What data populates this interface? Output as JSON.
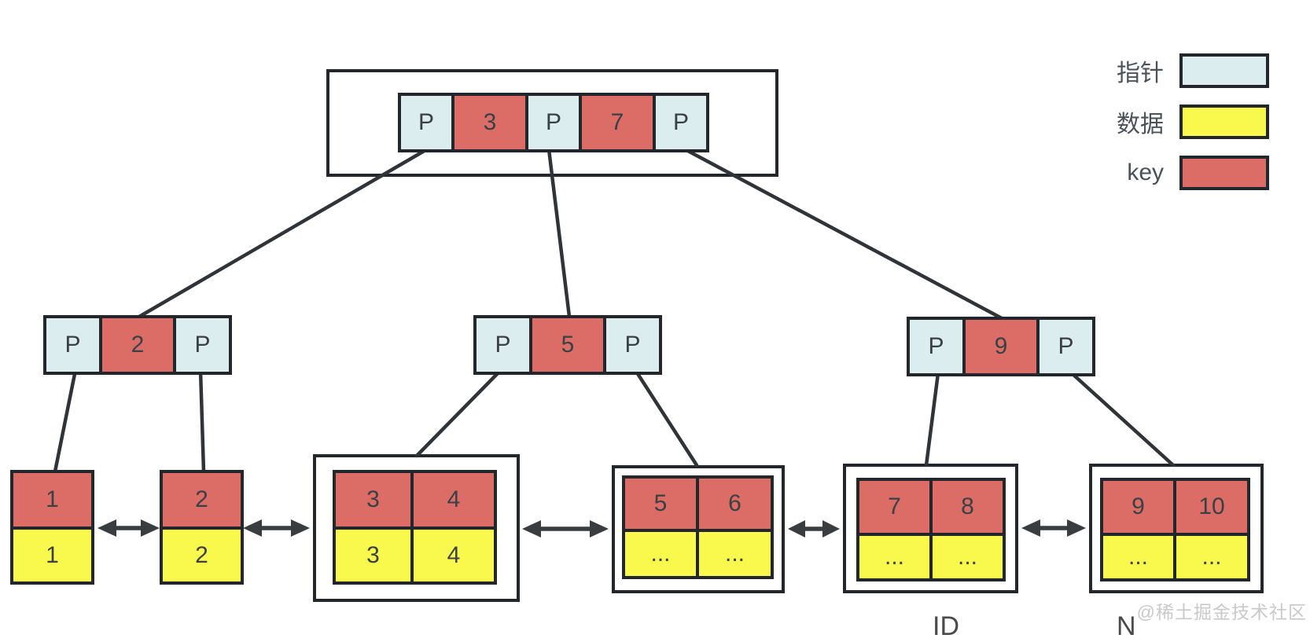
{
  "colors": {
    "pointer_fill": "#dcedf0",
    "data_fill": "#f9f94d",
    "key_fill": "#db6d66",
    "border": "#23262a",
    "edge_line": "#303338",
    "arrow": "#3a3d40"
  },
  "legend": {
    "items": [
      {
        "label": "指针",
        "type": "pointer"
      },
      {
        "label": "数据",
        "type": "data"
      },
      {
        "label": "key",
        "type": "key"
      }
    ]
  },
  "tree": {
    "root": {
      "cells": [
        {
          "type": "pointer",
          "label": "P"
        },
        {
          "type": "key",
          "label": "3"
        },
        {
          "type": "pointer",
          "label": "P"
        },
        {
          "type": "key",
          "label": "7"
        },
        {
          "type": "pointer",
          "label": "P"
        }
      ]
    },
    "internal": [
      {
        "cells": [
          {
            "type": "pointer",
            "label": "P"
          },
          {
            "type": "key",
            "label": "2"
          },
          {
            "type": "pointer",
            "label": "P"
          }
        ]
      },
      {
        "cells": [
          {
            "type": "pointer",
            "label": "P"
          },
          {
            "type": "key",
            "label": "5"
          },
          {
            "type": "pointer",
            "label": "P"
          }
        ]
      },
      {
        "cells": [
          {
            "type": "pointer",
            "label": "P"
          },
          {
            "type": "key",
            "label": "9"
          },
          {
            "type": "pointer",
            "label": "P"
          }
        ]
      }
    ],
    "leaves": [
      {
        "keys": [
          "1"
        ],
        "data": [
          "1"
        ],
        "boxed": false
      },
      {
        "keys": [
          "2"
        ],
        "data": [
          "2"
        ],
        "boxed": false
      },
      {
        "keys": [
          "3",
          "4"
        ],
        "data": [
          "3",
          "4"
        ],
        "boxed": true
      },
      {
        "keys": [
          "5",
          "6"
        ],
        "data": [
          "...",
          "..."
        ],
        "boxed": true
      },
      {
        "keys": [
          "7",
          "8"
        ],
        "data": [
          "...",
          "..."
        ],
        "boxed": true
      },
      {
        "keys": [
          "9",
          "10"
        ],
        "data": [
          "...",
          "..."
        ],
        "boxed": true
      }
    ]
  },
  "bottom_labels": [
    {
      "text": "ID"
    },
    {
      "text": "N"
    }
  ],
  "watermark": "@稀土掘金技术社区"
}
